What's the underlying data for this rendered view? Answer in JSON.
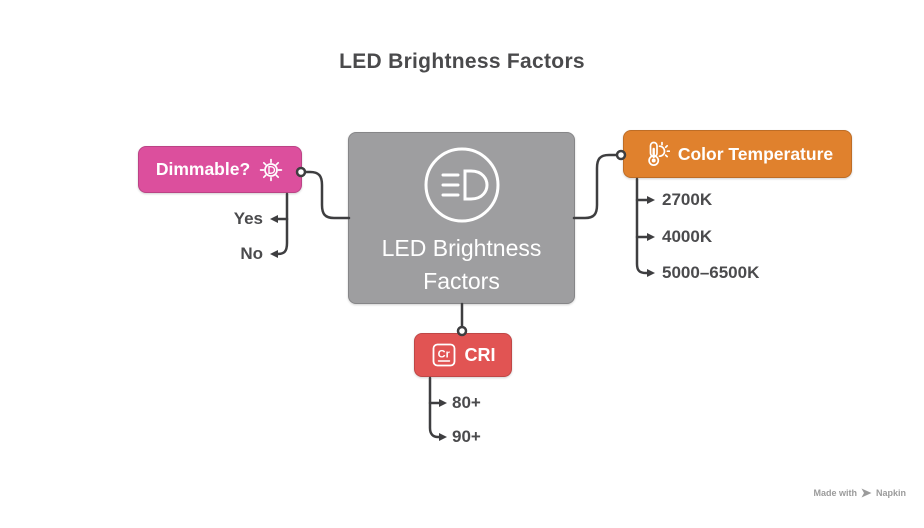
{
  "page": {
    "title": "LED Brightness Factors",
    "background_color": "#ffffff",
    "title_color": "#4a4a4c",
    "connector_color": "#3e3e40",
    "leaf_text_color": "#4b4b4d"
  },
  "diagram": {
    "center": {
      "label_lines": [
        "LED Brightness",
        "Factors"
      ],
      "icon": "led-headlight-icon",
      "color": "#9e9ea0"
    },
    "branches": [
      {
        "id": "dimmable",
        "label": "Dimmable?",
        "icon": "dimmer-sun-icon",
        "color": "#dc4f9d",
        "children": [
          "Yes",
          "No"
        ]
      },
      {
        "id": "color-temperature",
        "label": "Color Temperature",
        "icon": "thermometer-sun-icon",
        "color": "#e0812d",
        "children": [
          "2700K",
          "4000K",
          "5000–6500K"
        ]
      },
      {
        "id": "cri",
        "label": "CRI",
        "icon": "cr-element-icon",
        "icon_symbol": "Cr",
        "color": "#e15453",
        "children": [
          "80+",
          "90+"
        ]
      }
    ]
  },
  "watermark": {
    "prefix": "Made with",
    "brand": "Napkin"
  }
}
